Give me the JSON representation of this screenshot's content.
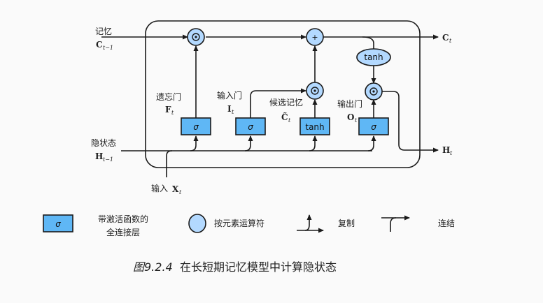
{
  "diagram": {
    "title": "LSTM hidden state computation",
    "inputs": {
      "memory": {
        "label": "记忆",
        "symbol": "C",
        "subscript": "t−1"
      },
      "hidden": {
        "label": "隐状态",
        "symbol": "H",
        "subscript": "t−1"
      },
      "input": {
        "label": "输入",
        "symbol": "X",
        "subscript": "t"
      }
    },
    "outputs": {
      "memory": {
        "symbol": "C",
        "subscript": "t"
      },
      "hidden": {
        "symbol": "H",
        "subscript": "t"
      }
    },
    "gates": [
      {
        "name": "遗忘门",
        "symbol": "F",
        "subscript": "t",
        "function": "σ"
      },
      {
        "name": "输入门",
        "symbol": "I",
        "subscript": "t",
        "function": "σ"
      },
      {
        "name": "候选记忆",
        "symbol": "C̃",
        "subscript": "t",
        "function": "tanh"
      },
      {
        "name": "输出门",
        "symbol": "O",
        "subscript": "t",
        "function": "σ"
      }
    ],
    "operators": {
      "multiply": "⊙",
      "add": "+",
      "tanh": "tanh"
    }
  },
  "legend": {
    "fc_layer": {
      "symbol": "σ",
      "label_line1": "带激活函数的",
      "label_line2": "全连接层"
    },
    "elementwise": {
      "label": "按元素运算符"
    },
    "copy": {
      "label": "复制"
    },
    "concat": {
      "label": "连结"
    }
  },
  "caption": {
    "number": "图9.2.4",
    "text": "在长短期记忆模型中计算隐状态"
  }
}
